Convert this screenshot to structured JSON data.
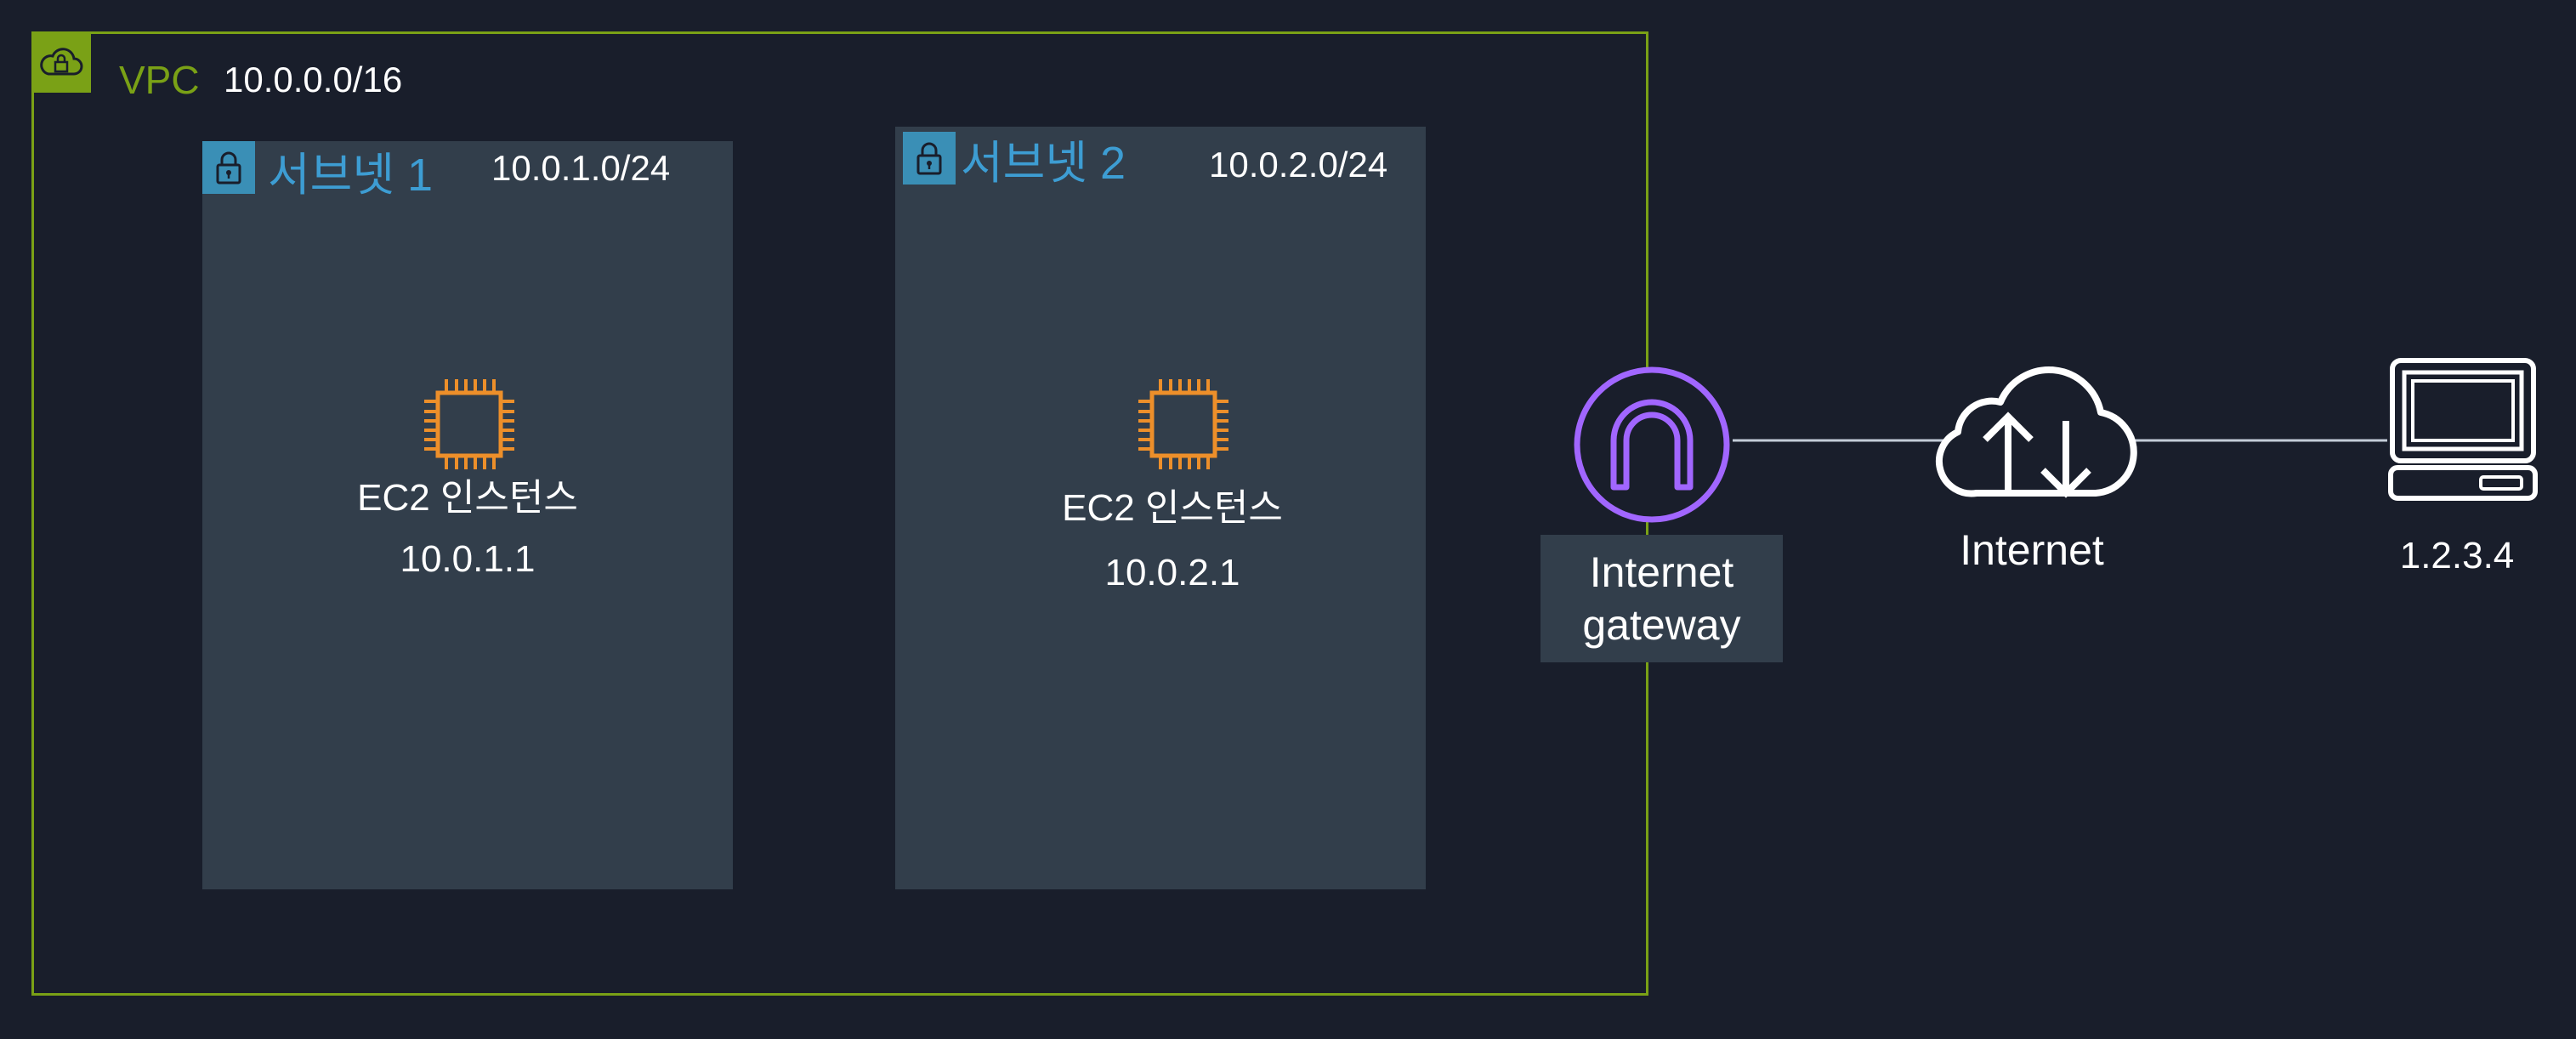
{
  "vpc": {
    "label": "VPC",
    "cidr": "10.0.0.0/16",
    "icon": "vpc-cloud-lock-icon",
    "color": "#7aa116"
  },
  "subnets": [
    {
      "label": "서브넷 1",
      "cidr": "10.0.1.0/24",
      "icon": "lock-icon",
      "instance": {
        "label": "EC2 인스턴스",
        "ip": "10.0.1.1",
        "icon": "ec2-chip-icon"
      }
    },
    {
      "label": "서브넷 2",
      "cidr": "10.0.2.0/24",
      "icon": "lock-icon",
      "instance": {
        "label": "EC2 인스턴스",
        "ip": "10.0.2.1",
        "icon": "ec2-chip-icon"
      }
    }
  ],
  "gateway": {
    "label": "Internet gateway",
    "icon": "internet-gateway-icon",
    "color": "#a166ff"
  },
  "internet": {
    "label": "Internet",
    "icon": "cloud-upload-download-icon"
  },
  "client": {
    "ip": "1.2.3.4",
    "icon": "laptop-icon"
  },
  "colors": {
    "background": "#191e2b",
    "subnet_fill": "#323e4b",
    "subnet_accent": "#3d9dd3",
    "ec2_orange": "#ed8f2a"
  }
}
